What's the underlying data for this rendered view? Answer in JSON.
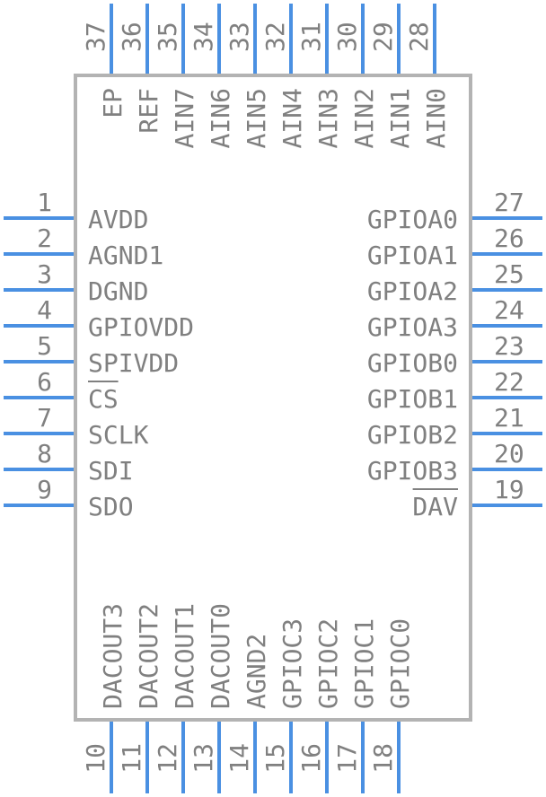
{
  "component": {
    "left_pins": [
      {
        "num": "1",
        "label": "AVDD"
      },
      {
        "num": "2",
        "label": "AGND1"
      },
      {
        "num": "3",
        "label": "DGND"
      },
      {
        "num": "4",
        "label": "GPIOVDD"
      },
      {
        "num": "5",
        "label": "SPIVDD"
      },
      {
        "num": "6",
        "label": "CS",
        "overbar": true
      },
      {
        "num": "7",
        "label": "SCLK"
      },
      {
        "num": "8",
        "label": "SDI"
      },
      {
        "num": "9",
        "label": "SDO"
      }
    ],
    "right_pins": [
      {
        "num": "27",
        "label": "GPIOA0"
      },
      {
        "num": "26",
        "label": "GPIOA1"
      },
      {
        "num": "25",
        "label": "GPIOA2"
      },
      {
        "num": "24",
        "label": "GPIOA3"
      },
      {
        "num": "23",
        "label": "GPIOB0"
      },
      {
        "num": "22",
        "label": "GPIOB1"
      },
      {
        "num": "21",
        "label": "GPIOB2"
      },
      {
        "num": "20",
        "label": "GPIOB3"
      },
      {
        "num": "19",
        "label": "DAV",
        "overbar": true
      }
    ],
    "top_pins": [
      {
        "num": "37",
        "label": "EP"
      },
      {
        "num": "36",
        "label": "REF"
      },
      {
        "num": "35",
        "label": "AIN7"
      },
      {
        "num": "34",
        "label": "AIN6"
      },
      {
        "num": "33",
        "label": "AIN5"
      },
      {
        "num": "32",
        "label": "AIN4"
      },
      {
        "num": "31",
        "label": "AIN3"
      },
      {
        "num": "30",
        "label": "AIN2"
      },
      {
        "num": "29",
        "label": "AIN1"
      },
      {
        "num": "28",
        "label": "AIN0"
      }
    ],
    "bottom_pins": [
      {
        "num": "10",
        "label": "DACOUT3"
      },
      {
        "num": "11",
        "label": "DACOUT2"
      },
      {
        "num": "12",
        "label": "DACOUT1"
      },
      {
        "num": "13",
        "label": "DACOUT0"
      },
      {
        "num": "14",
        "label": "AGND2"
      },
      {
        "num": "15",
        "label": "GPIOC3"
      },
      {
        "num": "16",
        "label": "GPIOC2"
      },
      {
        "num": "17",
        "label": "GPIOC1"
      },
      {
        "num": "18",
        "label": "GPIOC0"
      }
    ],
    "colors": {
      "pin": "#4a90e2",
      "outline": "#b3b3b3",
      "text": "#808080"
    }
  }
}
